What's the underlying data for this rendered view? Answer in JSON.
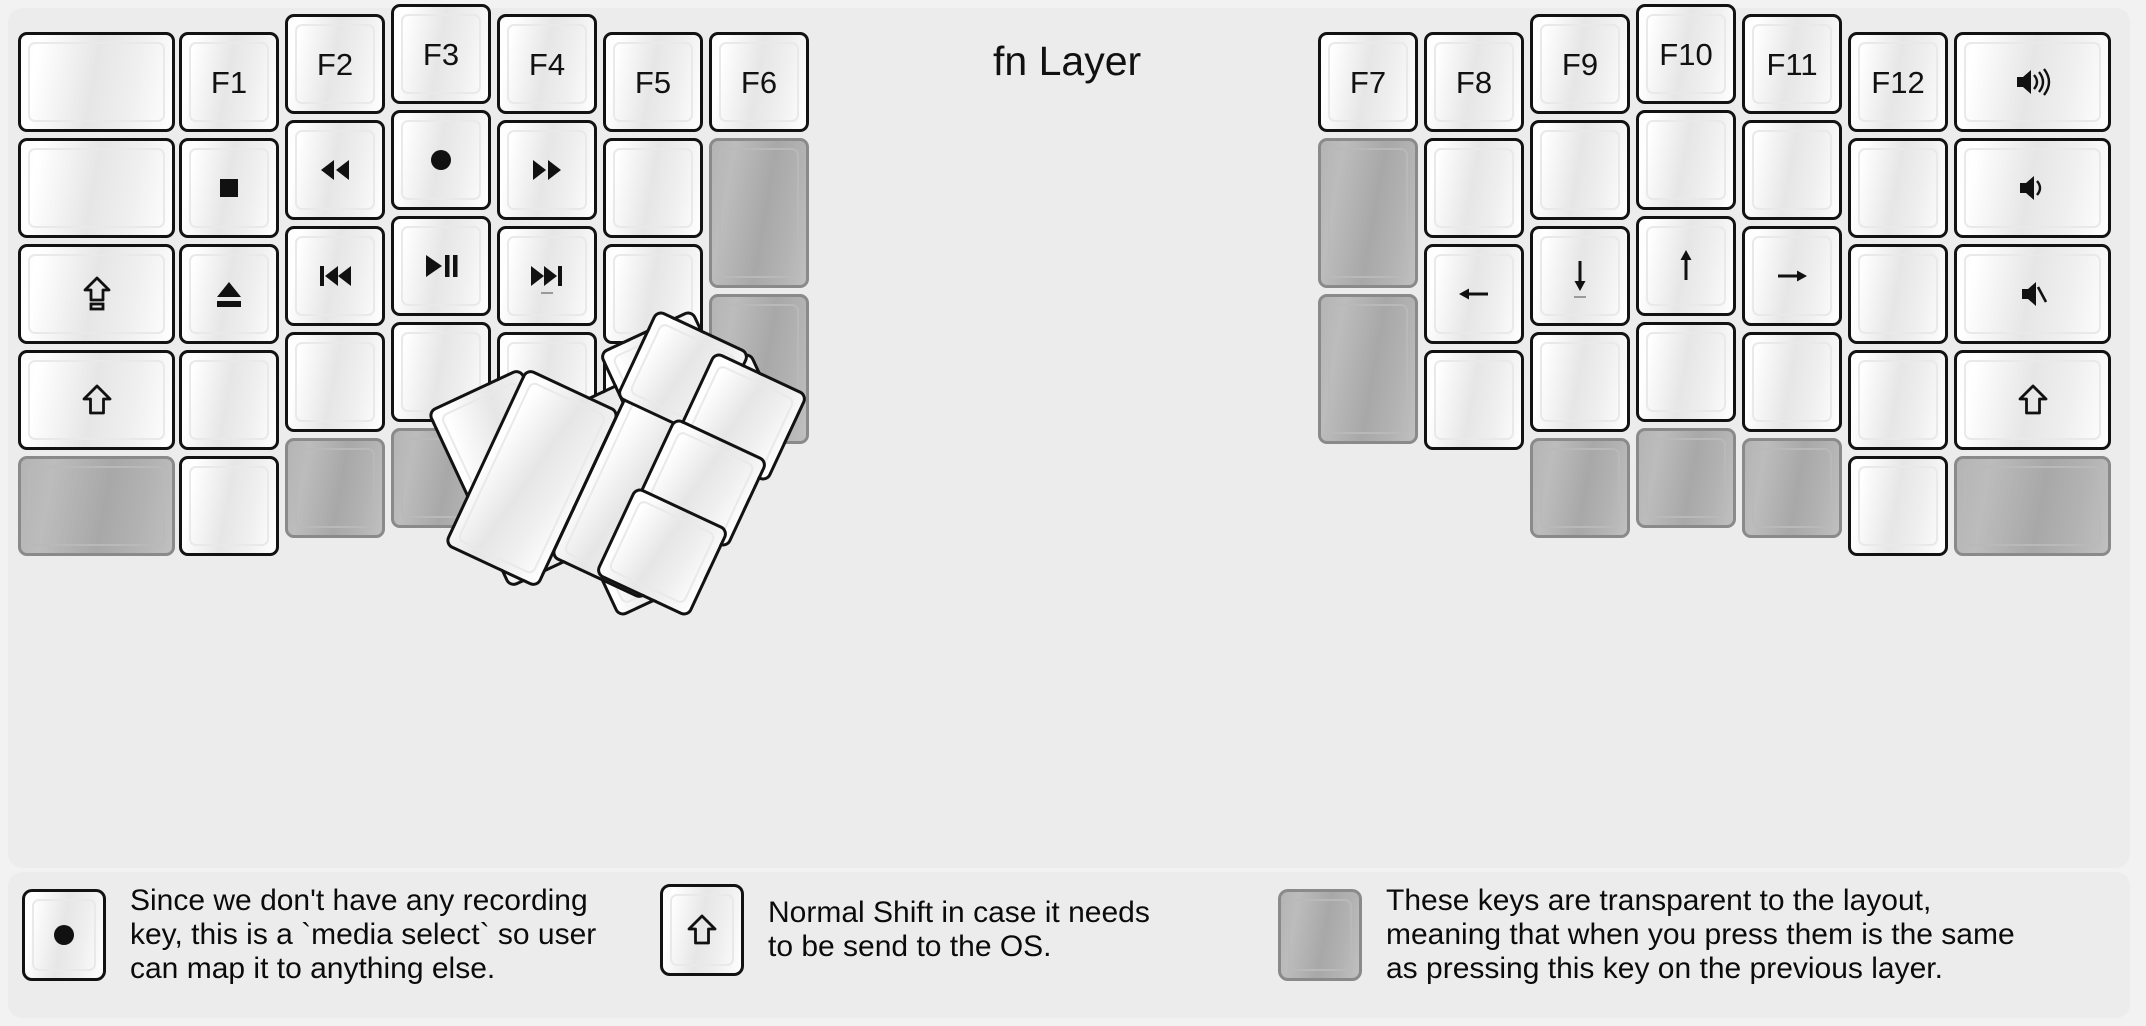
{
  "title": "fn Layer",
  "colors": {
    "background": "#f2f2f2",
    "panel": "#ececec",
    "key_border": "#121212",
    "transparent_key": "#b0b0b0",
    "legend_text": "#0b0b0b"
  },
  "left_half": {
    "columns": [
      {
        "name": "col-pinky-outer",
        "keys": [
          {
            "label": "",
            "icon": "",
            "transparent": false
          },
          {
            "label": "",
            "icon": "",
            "transparent": false
          },
          {
            "label": "",
            "icon": "caps-lock-icon",
            "transparent": false
          },
          {
            "label": "",
            "icon": "shift-icon",
            "transparent": false
          },
          {
            "label": "",
            "icon": "",
            "transparent": true
          }
        ]
      },
      {
        "name": "col-pinky",
        "keys": [
          {
            "label": "F1",
            "icon": "",
            "transparent": false
          },
          {
            "label": "",
            "icon": "media-stop-icon",
            "transparent": false
          },
          {
            "label": "",
            "icon": "media-eject-icon",
            "transparent": false
          },
          {
            "label": "",
            "icon": "",
            "transparent": false
          },
          {
            "label": "",
            "icon": "",
            "transparent": false
          }
        ]
      },
      {
        "name": "col-ring",
        "keys": [
          {
            "label": "F2",
            "icon": "",
            "transparent": false
          },
          {
            "label": "",
            "icon": "media-rewind-icon",
            "transparent": false
          },
          {
            "label": "",
            "icon": "media-prev-track-icon",
            "transparent": false
          },
          {
            "label": "",
            "icon": "",
            "transparent": false
          },
          {
            "label": "",
            "icon": "",
            "transparent": true
          }
        ]
      },
      {
        "name": "col-middle",
        "keys": [
          {
            "label": "F3",
            "icon": "",
            "transparent": false
          },
          {
            "label": "",
            "icon": "media-record-icon",
            "transparent": false
          },
          {
            "label": "",
            "icon": "media-play-pause-icon",
            "transparent": false
          },
          {
            "label": "",
            "icon": "",
            "transparent": false
          },
          {
            "label": "",
            "icon": "",
            "transparent": true
          }
        ]
      },
      {
        "name": "col-index",
        "keys": [
          {
            "label": "F4",
            "icon": "",
            "transparent": false
          },
          {
            "label": "",
            "icon": "media-fast-forward-icon",
            "transparent": false
          },
          {
            "label": "",
            "icon": "media-next-track-icon",
            "transparent": false
          },
          {
            "label": "",
            "icon": "",
            "transparent": false
          },
          {
            "label": "",
            "icon": "",
            "transparent": true
          }
        ]
      },
      {
        "name": "col-inner",
        "keys": [
          {
            "label": "F5",
            "icon": "",
            "transparent": false
          },
          {
            "label": "",
            "icon": "",
            "transparent": false
          },
          {
            "label": "",
            "icon": "",
            "transparent": false
          },
          {
            "label": "",
            "icon": "",
            "transparent": false
          }
        ]
      },
      {
        "name": "col-innermost",
        "keys": [
          {
            "label": "F6",
            "icon": "",
            "transparent": false
          },
          {
            "label": "",
            "icon": "",
            "transparent": true
          },
          {
            "label": "",
            "icon": "",
            "transparent": true
          }
        ]
      }
    ]
  },
  "right_half": {
    "columns": [
      {
        "name": "col-innermost",
        "keys": [
          {
            "label": "F7",
            "icon": "",
            "transparent": false
          },
          {
            "label": "",
            "icon": "",
            "transparent": true
          },
          {
            "label": "",
            "icon": "",
            "transparent": true
          }
        ]
      },
      {
        "name": "col-inner",
        "keys": [
          {
            "label": "F8",
            "icon": "",
            "transparent": false
          },
          {
            "label": "",
            "icon": "",
            "transparent": false
          },
          {
            "label": "",
            "icon": "arrow-left-icon",
            "transparent": false
          },
          {
            "label": "",
            "icon": "",
            "transparent": false
          }
        ]
      },
      {
        "name": "col-index",
        "keys": [
          {
            "label": "F9",
            "icon": "",
            "transparent": false
          },
          {
            "label": "",
            "icon": "",
            "transparent": false
          },
          {
            "label": "",
            "icon": "arrow-down-icon",
            "transparent": false
          },
          {
            "label": "",
            "icon": "",
            "transparent": false
          },
          {
            "label": "",
            "icon": "",
            "transparent": true
          }
        ]
      },
      {
        "name": "col-middle",
        "keys": [
          {
            "label": "F10",
            "icon": "",
            "transparent": false
          },
          {
            "label": "",
            "icon": "",
            "transparent": false
          },
          {
            "label": "",
            "icon": "arrow-up-icon",
            "transparent": false
          },
          {
            "label": "",
            "icon": "",
            "transparent": false
          },
          {
            "label": "",
            "icon": "",
            "transparent": true
          }
        ]
      },
      {
        "name": "col-ring",
        "keys": [
          {
            "label": "F11",
            "icon": "",
            "transparent": false
          },
          {
            "label": "",
            "icon": "",
            "transparent": false
          },
          {
            "label": "",
            "icon": "arrow-right-icon",
            "transparent": false
          },
          {
            "label": "",
            "icon": "",
            "transparent": false
          },
          {
            "label": "",
            "icon": "",
            "transparent": true
          }
        ]
      },
      {
        "name": "col-pinky",
        "keys": [
          {
            "label": "F12",
            "icon": "",
            "transparent": false
          },
          {
            "label": "",
            "icon": "",
            "transparent": false
          },
          {
            "label": "",
            "icon": "",
            "transparent": false
          },
          {
            "label": "",
            "icon": "",
            "transparent": false
          },
          {
            "label": "",
            "icon": "",
            "transparent": false
          }
        ]
      },
      {
        "name": "col-pinky-outer",
        "keys": [
          {
            "label": "",
            "icon": "volume-up-icon",
            "transparent": false
          },
          {
            "label": "",
            "icon": "volume-down-icon",
            "transparent": false
          },
          {
            "label": "",
            "icon": "volume-mute-icon",
            "transparent": false
          },
          {
            "label": "",
            "icon": "shift-icon",
            "transparent": false
          },
          {
            "label": "",
            "icon": "",
            "transparent": true
          }
        ]
      }
    ]
  },
  "left_thumb": {
    "keys": [
      {
        "name": "thumb-big-outer",
        "label": "",
        "transparent": false
      },
      {
        "name": "thumb-big-inner",
        "label": "",
        "transparent": false
      },
      {
        "name": "thumb-small-top-left",
        "label": "",
        "transparent": false
      },
      {
        "name": "thumb-small-top-right",
        "label": "",
        "transparent": false
      },
      {
        "name": "thumb-small-mid",
        "label": "",
        "transparent": false
      },
      {
        "name": "thumb-small-bottom",
        "label": "",
        "transparent": false
      }
    ]
  },
  "right_thumb": {
    "keys": [
      {
        "name": "thumb-small-top-left",
        "label": "",
        "transparent": false
      },
      {
        "name": "thumb-small-top-right",
        "label": "",
        "transparent": false
      },
      {
        "name": "thumb-small-mid",
        "label": "",
        "transparent": false
      },
      {
        "name": "thumb-small-bottom",
        "label": "",
        "transparent": false
      },
      {
        "name": "thumb-big-inner",
        "label": "",
        "transparent": false
      },
      {
        "name": "thumb-big-outer",
        "label": "",
        "transparent": false
      }
    ]
  },
  "legend": [
    {
      "key_icon": "media-record-icon",
      "transparent": false,
      "text": "Since we don't have any recording\nkey, this is a `media select` so user\ncan map it to anything else."
    },
    {
      "key_icon": "shift-icon",
      "transparent": false,
      "text": "Normal Shift in case it needs\nto be send to the OS."
    },
    {
      "key_icon": "",
      "transparent": true,
      "text": "These keys are transparent to the layout,\nmeaning that when you press them is the same\nas pressing this key on the previous layer."
    }
  ]
}
